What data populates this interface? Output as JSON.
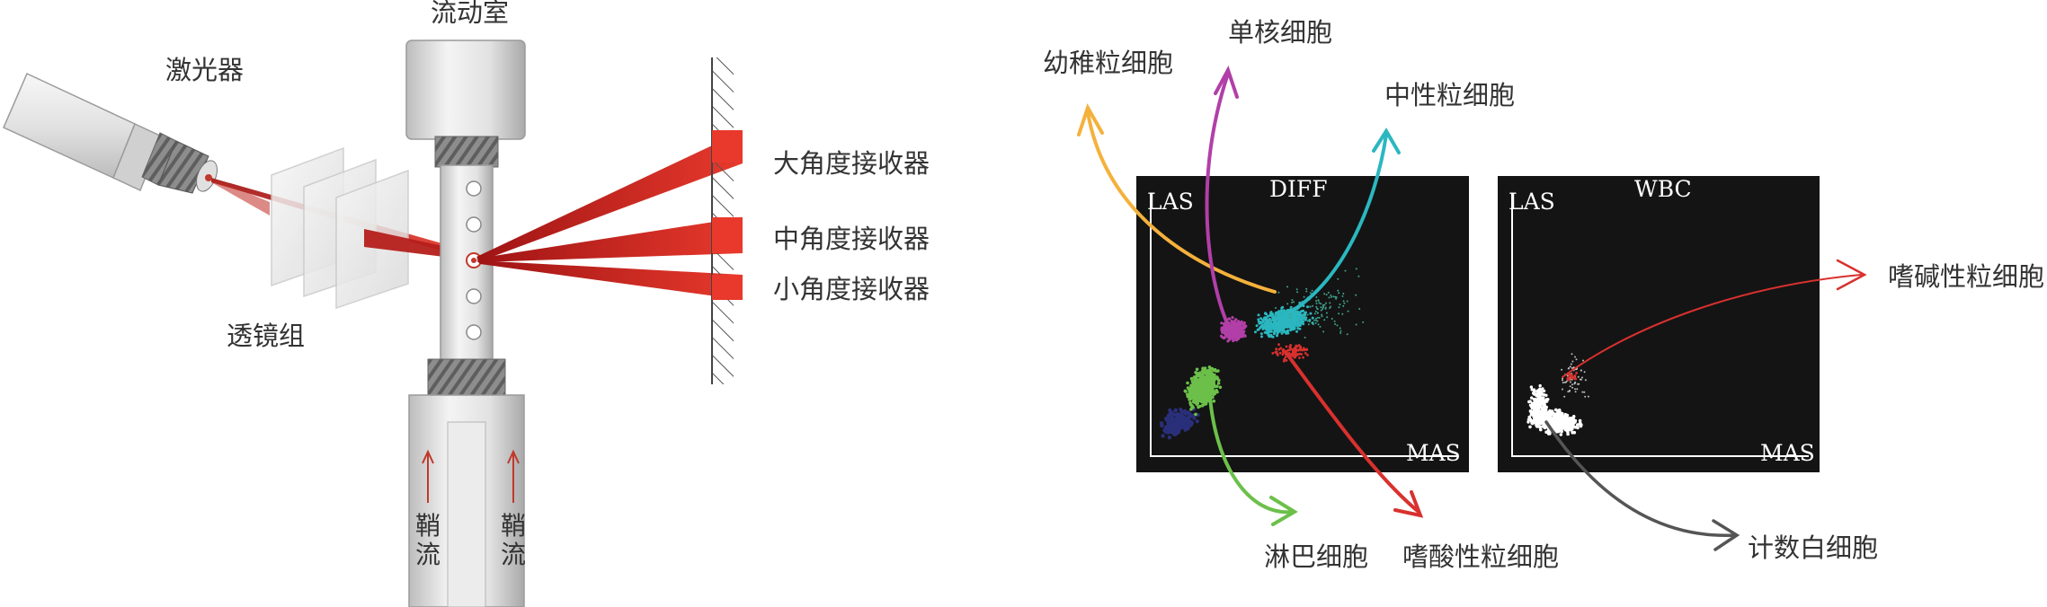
{
  "labels": {
    "laser": "激光器",
    "flow_chamber": "流动室",
    "lens_group": "透镜组",
    "sheath_flow_chars": [
      "鞘",
      "流"
    ],
    "large_angle_receiver": "大角度接收器",
    "medium_angle_receiver": "中角度接收器",
    "small_angle_receiver": "小角度接收器"
  },
  "plots": [
    {
      "title": "DIFF",
      "y_axis": "LAS",
      "x_axis": "MAS"
    },
    {
      "title": "WBC",
      "y_axis": "LAS",
      "x_axis": "MAS"
    }
  ],
  "cell_labels": {
    "immature_granulocyte": "幼稚粒细胞",
    "monocyte": "单核细胞",
    "neutrophil": "中性粒细胞",
    "basophil": "嗜碱性粒细胞",
    "lymphocyte": "淋巴细胞",
    "eosinophil": "嗜酸性粒细胞",
    "wbc_count": "计数白细胞"
  },
  "colors": {
    "laser_red": "#d42a1e",
    "immature_granulocyte": "#f4b13c",
    "monocyte": "#b23fa8",
    "neutrophil": "#2bb7c0",
    "basophil": "#d8312e",
    "lymphocyte": "#6cc04a",
    "eosinophil": "#d8312e",
    "wbc_count": "#555555",
    "plot_bg": "#141414"
  }
}
